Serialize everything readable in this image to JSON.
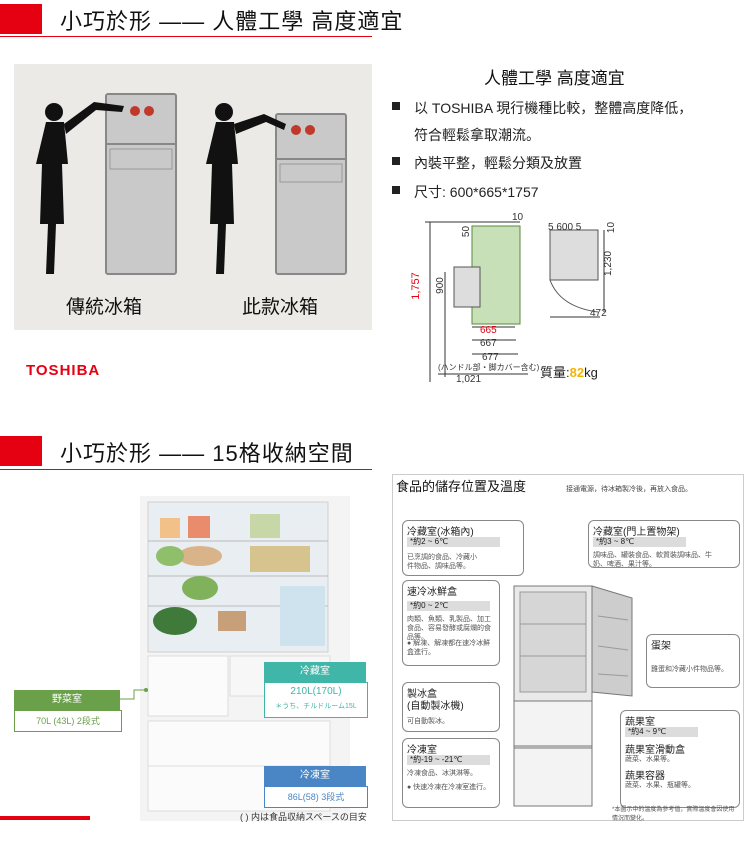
{
  "section1": {
    "title": "小巧於形 —— 人體工學 高度適宜"
  },
  "section2": {
    "title": "小巧於形 —— 15格收納空間"
  },
  "comparison": {
    "left_label": "傳統冰箱",
    "right_label": "此款冰箱"
  },
  "brand": {
    "logo": "TOSHIBA",
    "accent": "#e50012"
  },
  "info": {
    "title": "人體工學 高度適宜",
    "bullets": [
      "以 TOSHIBA 現行機種比較，整體高度降低，",
      "符合輕鬆拿取潮流。",
      "內裝平整，輕鬆分類及放置",
      "尺寸: 600*665*1757"
    ]
  },
  "dimensions": {
    "top_left": "50",
    "top_right": "10",
    "top_width": "5 600 5",
    "right_a": "10",
    "right_b": "1,230",
    "height_total": "1,757",
    "height_mid": "900",
    "depth_a": "665",
    "depth_b": "667",
    "depth_c": "677",
    "handle_note": "(ハンドル部・脚カバー含む)",
    "width_open": "1,021",
    "side_depth": "472",
    "weight_label": "質量:",
    "weight_value": "82",
    "weight_unit": "kg"
  },
  "fridge_labels": {
    "fridge_room": "冷藏室",
    "fridge_capacity": "210L(170L)",
    "fridge_note": "＊うち、チルドルーム15L",
    "veg_room": "野菜室",
    "veg_capacity": "70L (43L) 2段式",
    "freezer_room": "冷凍室",
    "freezer_capacity": "86L(58) 3段式",
    "footnote": "( ) 内は食品収納スペースの目安"
  },
  "storage": {
    "title": "食品的儲存位置及溫度",
    "top_note": "接通電源，待冰箱製冷後，再放入食品。",
    "boxes": {
      "fridge_inner": {
        "title": "冷藏室(冰箱內)",
        "temp": "*約2 ~ 6℃",
        "desc": "已烹調的食品、冷藏小件物品、調味品等。"
      },
      "door": {
        "title": "冷藏室(門上置物架)",
        "temp": "*約3 ~ 8℃",
        "desc": "調味品、罐裝食品、軟質裝調味品、牛奶、啤酒、果汁等。"
      },
      "quick_chill": {
        "title": "速冷冰鮮盒",
        "temp": "*約0 ~ 2℃",
        "desc": "肉類、魚類、乳製品、加工食品、容易發酵或腐爛的食品等。",
        "note": "● 解凍、解凍都在速冷冰鮮盒進行。"
      },
      "egg": {
        "title": "蛋架",
        "desc": "雞蛋和冷藏小件物品等。"
      },
      "ice": {
        "title": "製冰盒",
        "subtitle": "(自動製冰機)",
        "desc": "可自動製冰。"
      },
      "veg": {
        "title": "蔬果室",
        "temp": "*約4 ~ 9℃",
        "sub_title": "蔬果室滑動盒",
        "sub_desc": "蔬菜、水果等。",
        "sub_title2": "蔬果容器",
        "sub_desc2": "蔬菜、水果、瓶罐等。"
      },
      "freezer": {
        "title": "冷凍室",
        "temp": "*約-19 ~ -21℃",
        "desc": "冷凍食品、冰淇淋等。",
        "note": "● 快速冷凍在冷凍室進行。"
      }
    },
    "footnote": "*本圖示中的溫度為參考值，實際溫度會因使用情況而變化。"
  }
}
